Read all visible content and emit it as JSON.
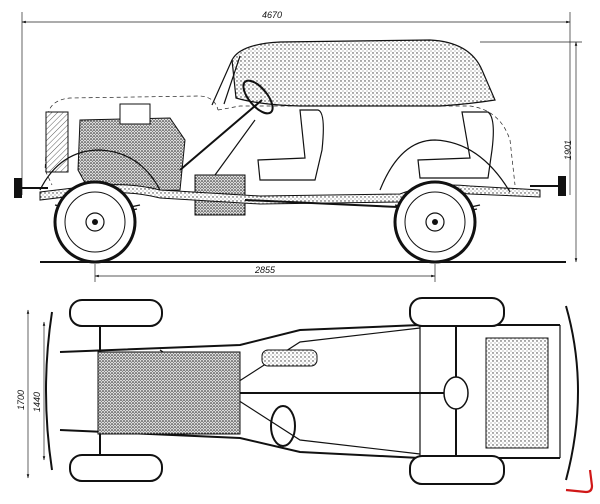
{
  "side_view": {
    "overall_length": "4670",
    "wheelbase": "2855",
    "height": "1901"
  },
  "plan_view": {
    "width_outer": "1700",
    "width_track": "1440"
  },
  "colors": {
    "ink": "#111111",
    "corner_mark": "#d01818",
    "paper": "#ffffff"
  }
}
